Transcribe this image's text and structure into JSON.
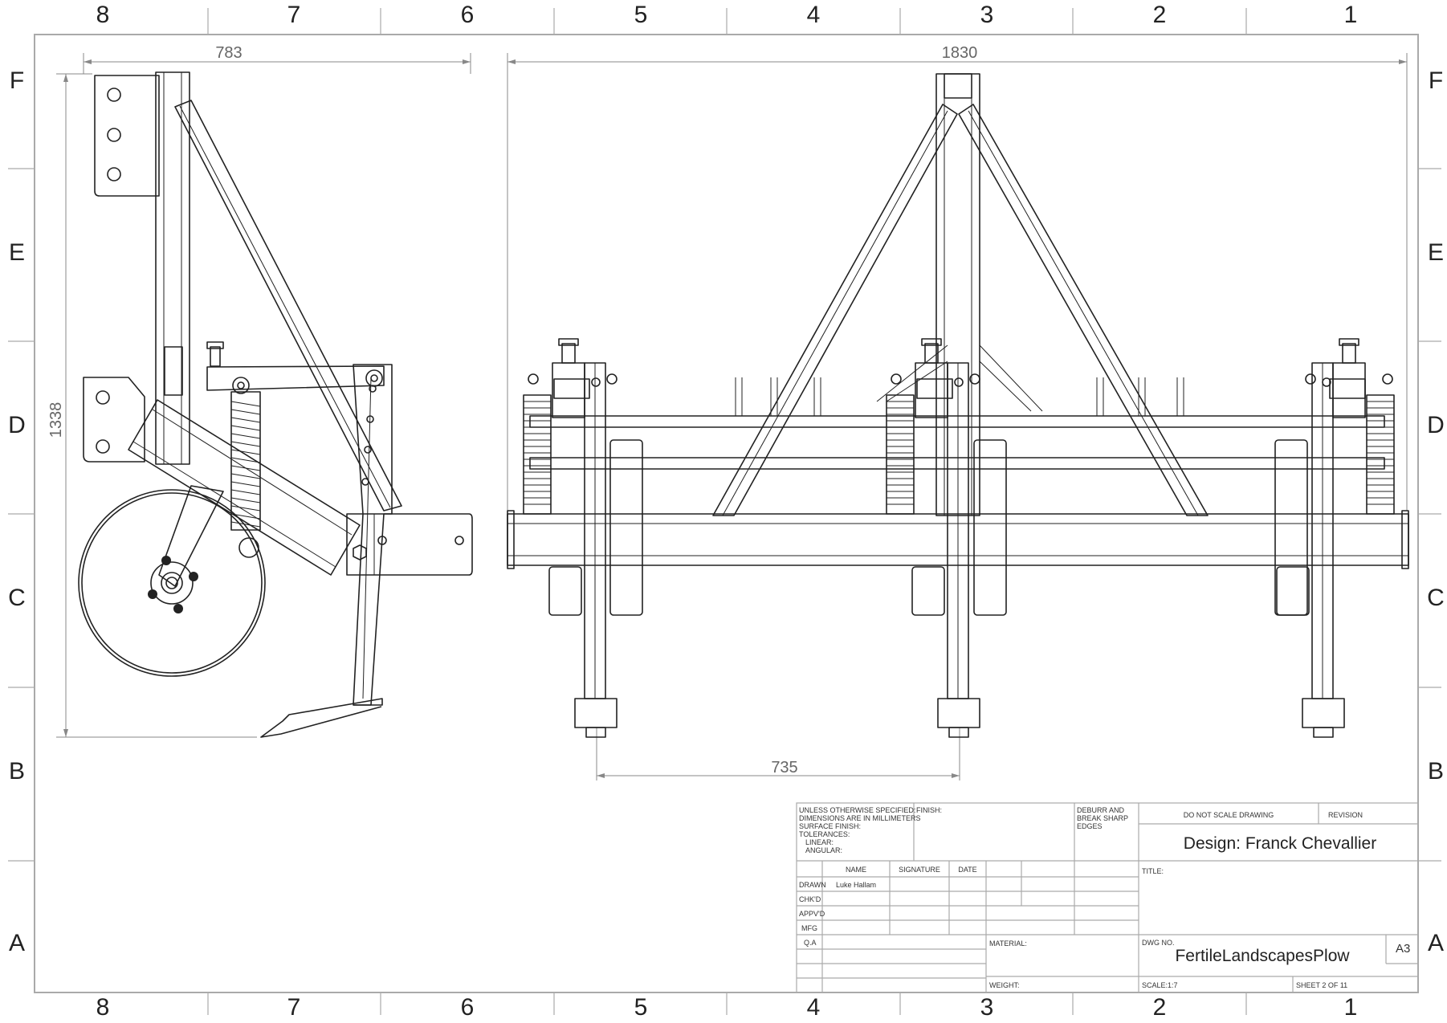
{
  "border": {
    "columns_top": [
      "8",
      "7",
      "6",
      "5",
      "4",
      "3",
      "2",
      "1"
    ],
    "columns_bottom": [
      "8",
      "7",
      "6",
      "5",
      "4",
      "3",
      "2",
      "1"
    ],
    "rows_left": [
      "F",
      "E",
      "D",
      "C",
      "B",
      "A"
    ],
    "rows_right": [
      "F",
      "E",
      "D",
      "C",
      "B",
      "A"
    ]
  },
  "dimensions": {
    "side_width": "783",
    "side_height": "1338",
    "front_width": "1830",
    "tine_spacing": "735"
  },
  "title_block": {
    "general_notes": [
      "UNLESS OTHERWISE SPECIFIED:",
      "DIMENSIONS ARE IN MILLIMETERS",
      "SURFACE FINISH:",
      "TOLERANCES:",
      "LINEAR:",
      "ANGULAR:"
    ],
    "finish_label": "FINISH:",
    "deburr_note": [
      "DEBURR AND",
      "BREAK SHARP",
      "EDGES"
    ],
    "do_not_scale": "DO NOT SCALE DRAWING",
    "revision_label": "REVISION",
    "design": "Design: Franck Chevallier",
    "col_name": "NAME",
    "col_signature": "SIGNATURE",
    "col_date": "DATE",
    "row_drawn": "DRAWN",
    "drawn_name": "Luke Hallam",
    "row_chkd": "CHK'D",
    "row_appvd": "APPV'D",
    "row_mfg": "MFG",
    "row_qa": "Q.A",
    "title_label": "TITLE:",
    "material_label": "MATERIAL:",
    "dwg_no_label": "DWG NO.",
    "dwg_no": "FertileLandscapesPlow",
    "size": "A3",
    "weight_label": "WEIGHT:",
    "scale": "SCALE:1:7",
    "sheet": "SHEET 2 OF 11"
  }
}
